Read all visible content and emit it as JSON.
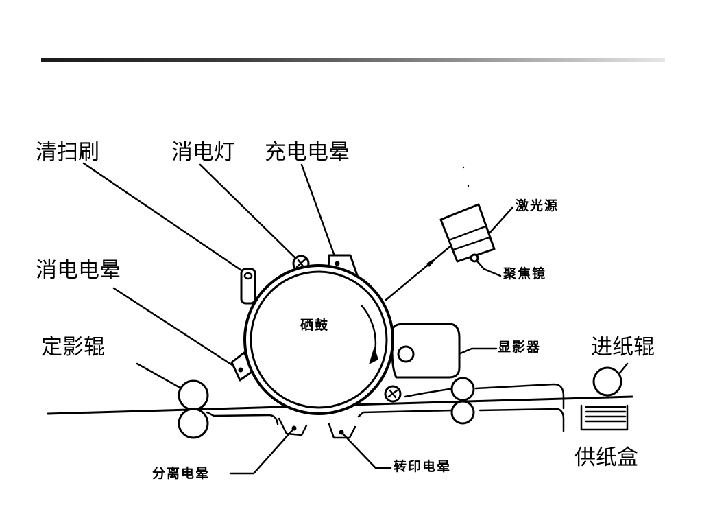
{
  "labels": {
    "cleaning_brush": "清扫刷",
    "erase_lamp": "消电灯",
    "charge_corona": "充电电晕",
    "erase_corona": "消电电晕",
    "fuser_roller": "定影辊",
    "laser_source": "激光源",
    "focusing_lens": "聚焦镜",
    "drum": "硒鼓",
    "developer": "显影器",
    "feed_roller": "进纸辊",
    "paper_tray": "供纸盒",
    "separation_corona": "分离电晕",
    "transfer_corona": "转印电晕"
  }
}
